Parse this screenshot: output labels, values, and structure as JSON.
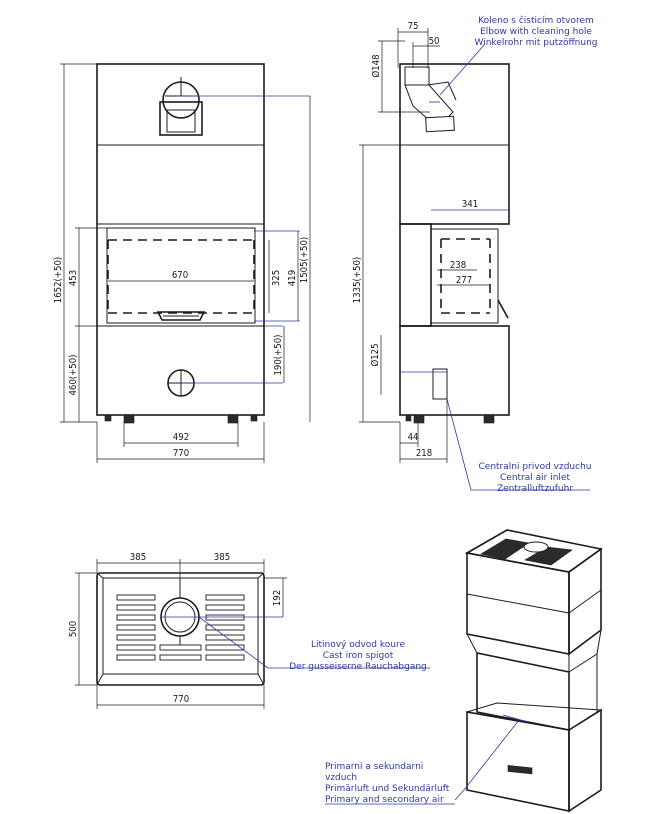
{
  "dimensions": {
    "front_height_total": "1652(+50)",
    "front_glass_height": "453",
    "front_lower_height": "460(+50)",
    "front_glass_width": "670",
    "front_inner_height": "325",
    "front_opening_height": "419",
    "front_top_height": "1505(+50)",
    "front_center_inlet": "190(+50)",
    "front_feet_span": "492",
    "front_width": "770",
    "side_offset_75": "75",
    "side_offset_50": "50",
    "side_flue_dia": "Ø148",
    "side_depth_341": "341",
    "side_glass_238": "238",
    "side_glass_277": "277",
    "side_height": "1335(+50)",
    "side_inlet_dia": "Ø125",
    "side_44": "44",
    "side_218": "218",
    "top_half_left": "385",
    "top_half_right": "385",
    "top_depth": "500",
    "top_offset": "192",
    "top_width": "770"
  },
  "notes": {
    "elbow": [
      "Koleno s čisticím otvorem",
      "Elbow with cleaning hole",
      "Winkelrohr mit putzöffnung"
    ],
    "air_inlet": [
      "Centralni privod vzduchu",
      "Central air inlet",
      "Zentralluftzufuhr"
    ],
    "spigot": [
      "Litinový odvod koure",
      "Cast iron spigot",
      "Der gusseiserne Rauchabgang"
    ],
    "primary_air": [
      "Primarni a sekundarni",
      "vzduch",
      "Primärluft und Sekundärluft",
      "Primary and secondary air"
    ]
  },
  "colors": {
    "annotation": "#2a3aa8",
    "line": "#1c1c1c"
  }
}
